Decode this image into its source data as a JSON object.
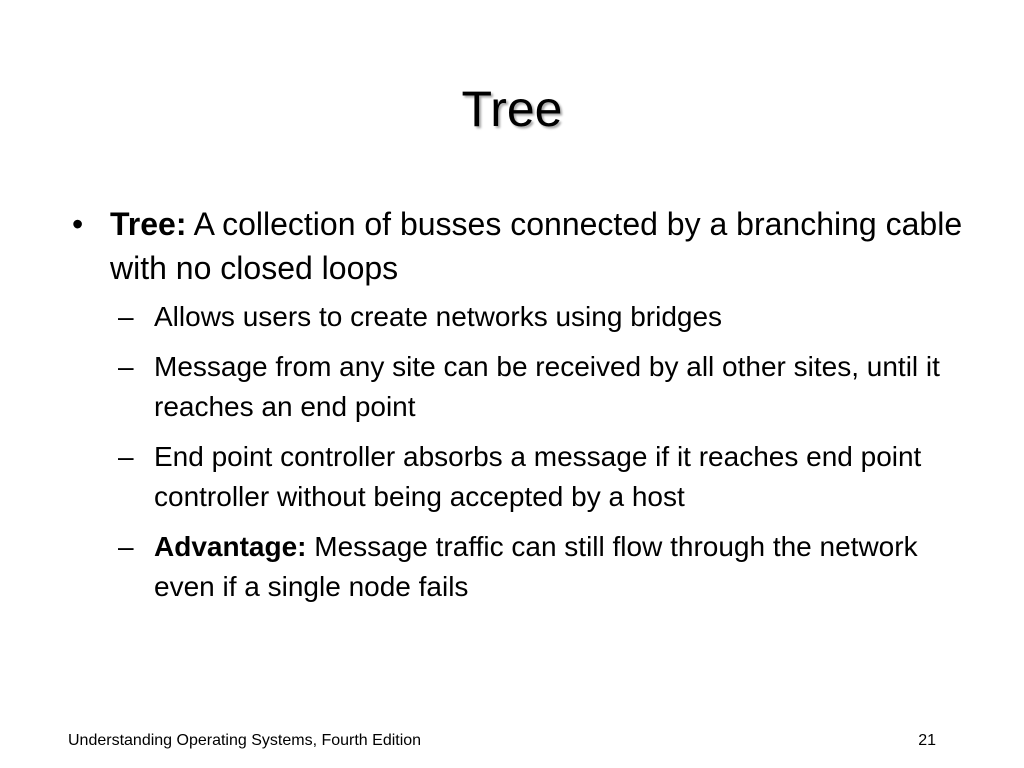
{
  "slide": {
    "title": "Tree",
    "bullet": {
      "marker": "•",
      "term": "Tree:",
      "text": " A collection of busses connected by a branching cable with no closed loops"
    },
    "sub_bullets": [
      {
        "marker": "–",
        "text": "Allows users to create networks using bridges"
      },
      {
        "marker": "–",
        "text": "Message from any site can be received by all other sites, until it reaches an end point"
      },
      {
        "marker": "–",
        "text": "End point controller absorbs a message if it reaches end point controller without being accepted by a host"
      },
      {
        "marker": "–",
        "term": "Advantage:",
        "text": " Message traffic can still flow through the network even if a single node fails"
      }
    ]
  },
  "footer": {
    "source": "Understanding Operating Systems, Fourth Edition",
    "page_number": "21"
  }
}
